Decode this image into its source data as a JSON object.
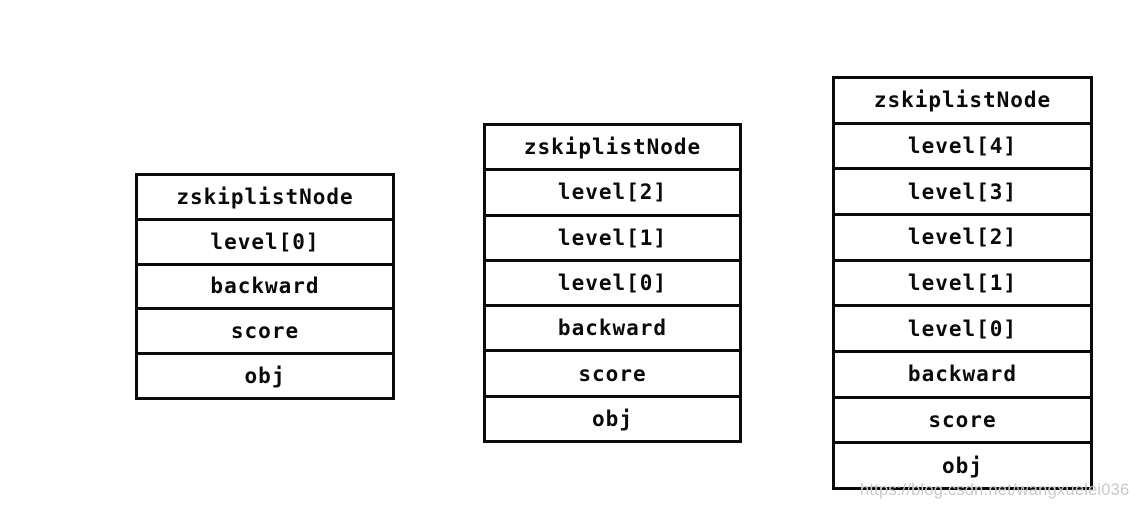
{
  "diagram": {
    "nodes": [
      {
        "id": "zskiplistNode-1-level",
        "rows": [
          "zskiplistNode",
          "level[0]",
          "backward",
          "score",
          "obj"
        ]
      },
      {
        "id": "zskiplistNode-3-levels",
        "rows": [
          "zskiplistNode",
          "level[2]",
          "level[1]",
          "level[0]",
          "backward",
          "score",
          "obj"
        ]
      },
      {
        "id": "zskiplistNode-5-levels",
        "rows": [
          "zskiplistNode",
          "level[4]",
          "level[3]",
          "level[2]",
          "level[1]",
          "level[0]",
          "backward",
          "score",
          "obj"
        ]
      }
    ]
  },
  "watermark": {
    "text": "https://blog.csdn.net/wangxuelei036"
  },
  "colors": {
    "background": "#ffffff",
    "border": "#0a0a0a",
    "text": "#0a0a0a",
    "watermark": "#c9c9c9"
  }
}
